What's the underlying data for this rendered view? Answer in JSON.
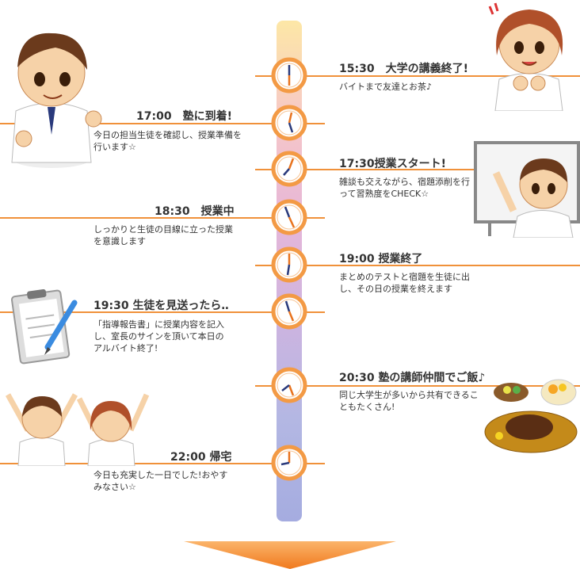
{
  "events": [
    {
      "time": "15:30　大学の講義終了!",
      "desc": "バイトまで友達とお茶♪"
    },
    {
      "time": "17:00　塾に到着!",
      "desc": "今日の担当生徒を確認し、授業準備を行います☆"
    },
    {
      "time": "17:30授業スタート!",
      "desc": "雑談も交えながら、宿題添削を行って習熟度をCHECK☆"
    },
    {
      "time": "18:30　授業中",
      "desc": "しっかりと生徒の目線に立った授業を意識します"
    },
    {
      "time": "19:00 授業終了",
      "desc": "まとめのテストと宿題を生徒に出し、その日の授業を終えます"
    },
    {
      "time": "19:30 生徒を見送ったら‥",
      "desc": "「指導報告書」に授業内容を記入し、室長のサインを頂いて本日のアルバイト終了!"
    },
    {
      "time": "20:30 塾の講師仲間でご飯♪",
      "desc": "同じ大学生が多いから共有できることもたくさん!"
    },
    {
      "time": "22:00 帰宅",
      "desc": "今日も充実した一日でした!おやすみなさい☆"
    }
  ],
  "colors": {
    "accent": "#f0913a",
    "clock_ring": "#f39a45",
    "hand_blue": "#2a3a7c",
    "hand_orange": "#e8731e"
  },
  "icons": [
    "male-student-icon",
    "female-student-icon",
    "whiteboard-teacher-icon",
    "clipboard-pen-icon",
    "cheering-students-icon",
    "dinner-plate-icon",
    "down-arrow-icon"
  ]
}
